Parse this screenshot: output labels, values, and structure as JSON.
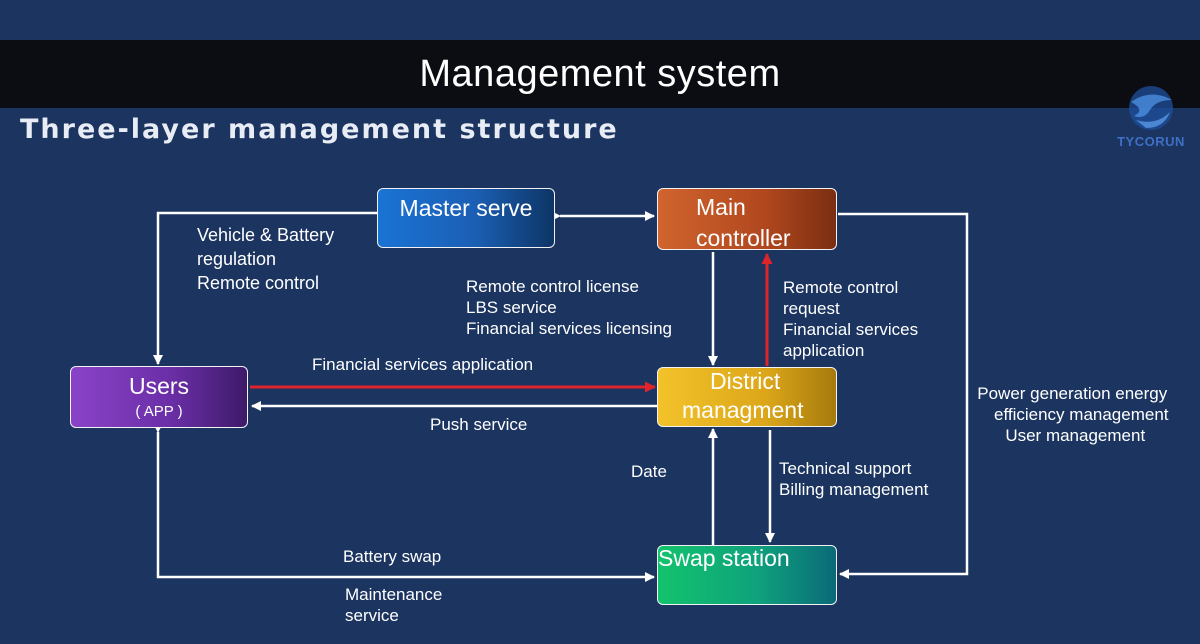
{
  "header": {
    "title": "Management system",
    "subtitle": "Three-layer management structure",
    "logo_text": "TYCORUN"
  },
  "nodes": {
    "master_serve": "Master serve",
    "main_controller": [
      "Main",
      "controller"
    ],
    "users": "Users",
    "users_sub": "( APP )",
    "district": [
      "District",
      "managment"
    ],
    "swap_station": "Swap station"
  },
  "labels": {
    "vehicle_battery": [
      "Vehicle & Battery",
      "regulation",
      "Remote control"
    ],
    "remote_license": [
      "Remote control license",
      "LBS service",
      "Financial services licensing"
    ],
    "remote_request": [
      "Remote control",
      "request",
      "Financial services",
      "application"
    ],
    "financial_application": "Financial services application",
    "push_service": "Push service",
    "power_generation": [
      "Power generation energy",
      "efficiency management",
      "User management"
    ],
    "date": "Date",
    "technical_support": [
      "Technical support",
      "Billing management"
    ],
    "battery_swap": "Battery swap",
    "maintenance": [
      "Maintenance",
      "service"
    ]
  },
  "colors": {
    "background": "#1b3460",
    "title_bar": "#0b0d12",
    "master_serve": "#1e73d2",
    "main_controller": "#c95a28",
    "users": "#7a3bb8",
    "district": "#e8b41e",
    "swap_station": "#10b77f",
    "red_arrow": "#e0252a",
    "white_arrow": "#ffffff"
  }
}
